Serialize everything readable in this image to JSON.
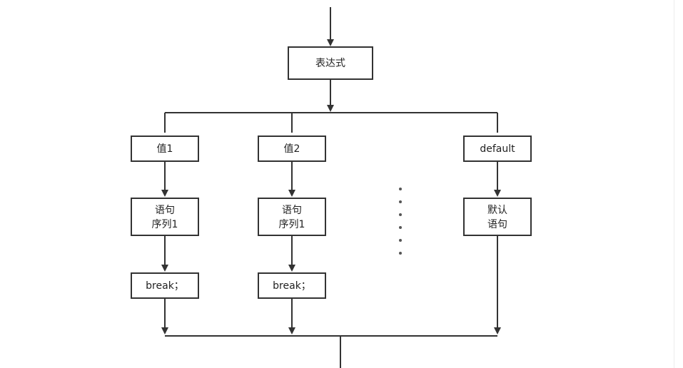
{
  "diagram": {
    "nodes": {
      "expression": {
        "label": "表达式"
      },
      "value1": {
        "label": "值1"
      },
      "value2": {
        "label": "值2"
      },
      "default": {
        "label": "default"
      },
      "statement1": {
        "line1": "语句",
        "line2": "序列1"
      },
      "statement2": {
        "line1": "语句",
        "line2": "序列1"
      },
      "default_statement": {
        "line1": "默认",
        "line2": "语句"
      },
      "break1": {
        "label": "break；"
      },
      "break2": {
        "label": "break；"
      }
    }
  }
}
